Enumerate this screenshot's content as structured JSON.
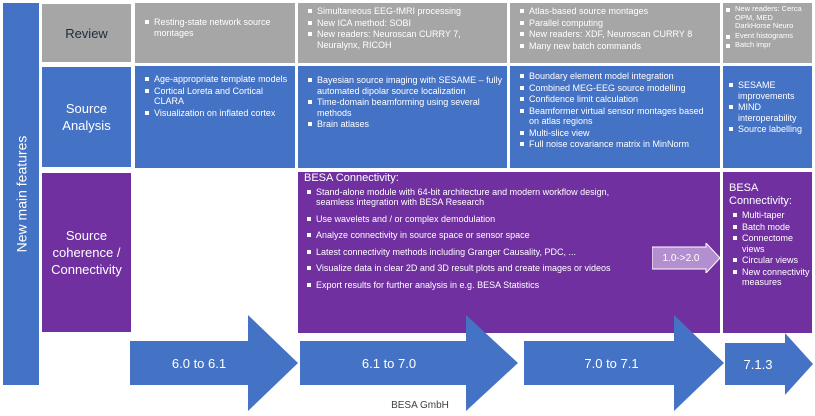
{
  "side_label": "New main features",
  "rows": {
    "review": "Review",
    "source_analysis": "Source Analysis",
    "connectivity": "Source coherence / Connectivity"
  },
  "review": {
    "v61": [
      "Resting-state network source montages"
    ],
    "v70": [
      "Simultaneous EEG-fMRI processing",
      "New ICA method: SOBI",
      "New readers: Neuroscan CURRY 7, Neuralynx, RICOH"
    ],
    "v71": [
      "Atlas-based source montages",
      "Parallel computing",
      "New readers: XDF, Neuroscan CURRY 8",
      "Many new batch commands"
    ],
    "v713": [
      "New readers: Cerca OPM, MED DarkHorse Neuro",
      "Event histograms",
      "Batch impr"
    ]
  },
  "source_analysis": {
    "v61": [
      "Age-appropriate template models",
      "Cortical Loreta and Cortical CLARA",
      "Visualization on inflated cortex"
    ],
    "v70": [
      "Bayesian source imaging with SESAME – fully automated dipolar source localization",
      "Time-domain beamforming using several methods",
      "Brain atlases"
    ],
    "v71": [
      "Boundary element model integration",
      "Combined MEG-EEG source modelling",
      "Confidence limit calculation",
      "Beamformer virtual sensor montages based on atlas regions",
      "Multi-slice view",
      "Full noise covariance matrix in MinNorm"
    ],
    "v713": [
      "SESAME improvements",
      "MIND interoperability",
      "Source labelling"
    ]
  },
  "connectivity": {
    "title": "BESA Connectivity:",
    "items": [
      "Stand-alone module with 64-bit architecture and modern workflow design, seamless integration with BESA Research",
      "Use wavelets and / or complex demodulation",
      "Analyze connectivity in source space or sensor space",
      "Latest connectivity methods including Granger Causality, PDC, ...",
      "Visualize data in clear 2D and 3D result plots and create images or videos",
      "Export results for further analysis in e.g. BESA Statistics"
    ],
    "version_arrow": "1.0->2.0",
    "v713_title": "BESA Connectivity:",
    "v713_items": [
      "Multi-taper",
      "Batch mode",
      "Connectome views",
      "Circular views",
      "New connectivity measures"
    ]
  },
  "arrows": [
    "6.0 to 6.1",
    "6.1 to 7.0",
    "7.0 to 7.1",
    "7.1.3"
  ],
  "footer": "BESA GmbH",
  "colors": {
    "review": "#a6a6a6",
    "source_analysis": "#4472c4",
    "connectivity": "#7030a0",
    "arrow": "#4472c4",
    "version_arrow": "#b48fd0"
  }
}
